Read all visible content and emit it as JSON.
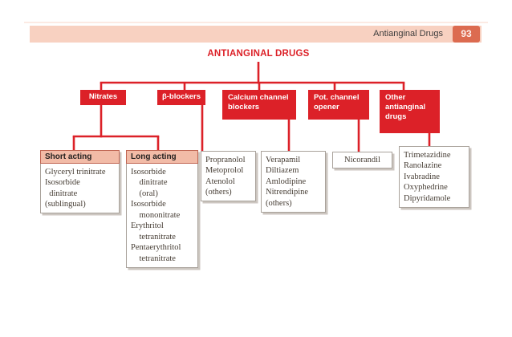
{
  "header_bar": {
    "label": "Antianginal Drugs",
    "page_number": "93"
  },
  "title": "ANTIANGINAL DRUGS",
  "categories": [
    {
      "label": "Nitrates"
    },
    {
      "label": "β-blockers"
    },
    {
      "label": "Calcium channel blockers"
    },
    {
      "label": "Pot. channel opener"
    },
    {
      "label": "Other antianginal drugs"
    }
  ],
  "leaf_boxes": {
    "short_acting": {
      "title": "Short acting",
      "lines": [
        "Glyceryl trinitrate",
        "Isosorbide",
        "  dinitrate",
        "(sublingual)"
      ]
    },
    "long_acting": {
      "title": "Long acting",
      "lines": [
        "Isosorbide",
        "    dinitrate",
        "    (oral)",
        "Isosorbide",
        "    mononitrate",
        "Erythritol",
        "    tetranitrate",
        "Pentaerythritol",
        "    tetranitrate"
      ]
    },
    "beta_blocker_drugs": {
      "lines": [
        "Propranolol",
        "Metoprolol",
        "Atenolol",
        "(others)"
      ]
    },
    "calcium_channel_blocker_drugs": {
      "lines": [
        "Verapamil",
        "Diltiazem",
        "Amlodipine",
        "Nitrendipine",
        "(others)"
      ]
    },
    "potassium_channel_opener_drugs": {
      "lines": [
        "Nicorandil"
      ]
    },
    "other_antianginal_drugs": {
      "lines": [
        "Trimetazidine",
        "Ranolazine",
        "Ivabradine",
        "Oxyphedrine",
        "Dipyridamole"
      ]
    }
  },
  "colors": {
    "red": "#dc2128",
    "bar_salmon": "#f8d1c1",
    "badge": "#dc6b50",
    "leaf_head_salmon": "#f2bba7"
  }
}
